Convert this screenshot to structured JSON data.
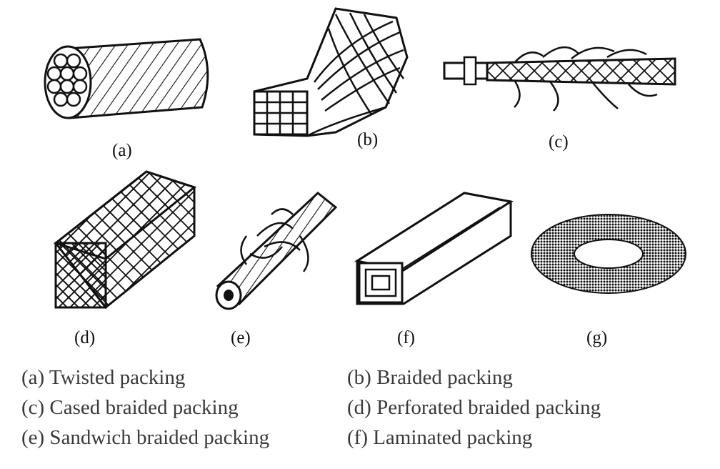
{
  "panel_labels": {
    "a": "(a)",
    "b": "(b)",
    "c": "(c)",
    "d": "(d)",
    "e": "(e)",
    "f": "(f)",
    "g": "(g)"
  },
  "captions": [
    "(a) Twisted packing",
    "(b) Braided packing",
    "(c) Cased braided packing",
    "(d) Perforated braided packing",
    "(e) Sandwich braided packing",
    "(f) Laminated packing"
  ]
}
